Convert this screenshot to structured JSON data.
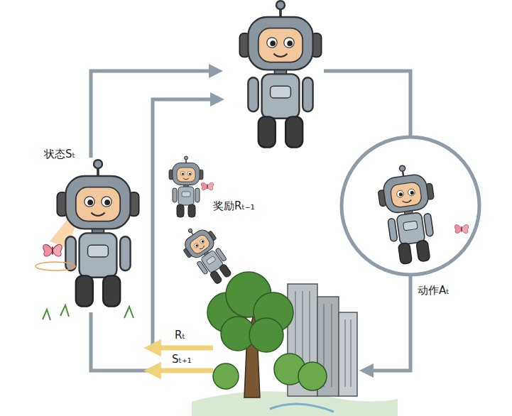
{
  "diagram": {
    "nodes": [
      {
        "text": [
          "动作Aₜ"
        ]
      }
    ],
    "labels": [
      "状态Sₜ",
      "奖励Rₜ₋₁",
      "Rₜ",
      "Sₜ₊₁"
    ]
  }
}
